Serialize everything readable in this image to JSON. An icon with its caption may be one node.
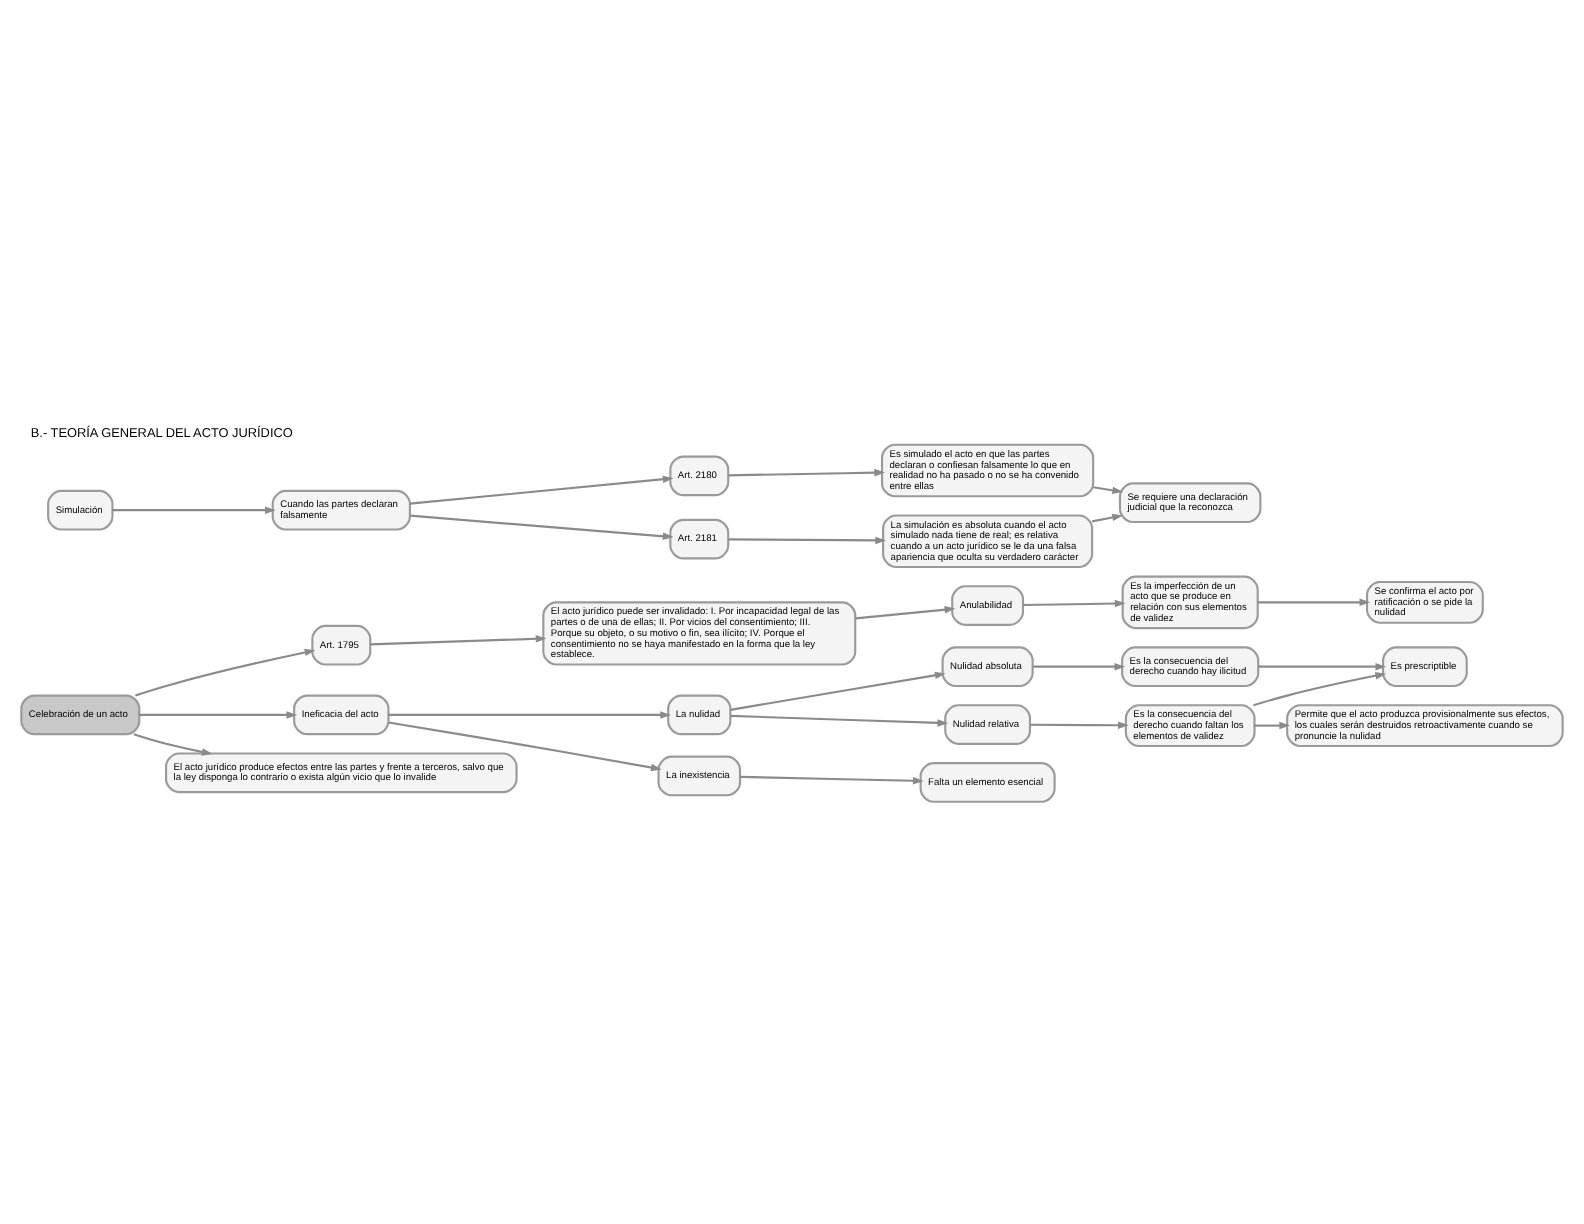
{
  "diagram": {
    "title": "B.- TEORÍA GENERAL DEL ACTO JURÍDICO",
    "nodes": [
      {
        "text": [
          "Celebración de un acto"
        ]
      },
      {
        "text": [
          "Art. 1795"
        ]
      },
      {
        "text": [
          "El acto jurídico puede ser invalidado: I. Por incapacidad legal de las partes o de una de ellas; II. Por vicios del consentimiento; III. Porque su objeto, o su motivo o fin, sea ilícito; IV. Porque el consentimiento no se haya manifestado en la forma que la ley establece."
        ]
      },
      {
        "text": [
          "Anulabilidad"
        ]
      },
      {
        "text": [
          "Es la imperfección de un acto que se produce en relación con sus elementos de validez"
        ]
      },
      {
        "text": [
          "Se confirma el acto por ratificación o se pide la nulidad"
        ]
      },
      {
        "text": [
          "Ineficacia del acto"
        ]
      },
      {
        "text": [
          "La nulidad"
        ]
      },
      {
        "text": [
          "Nulidad absoluta"
        ]
      },
      {
        "text": [
          "Es la consecuencia del derecho cuando hay ilicitud"
        ]
      },
      {
        "text": [
          "Nulidad relativa"
        ]
      },
      {
        "text": [
          "Es la consecuencia del derecho cuando faltan los elementos de validez"
        ]
      },
      {
        "text": [
          "Es prescriptible"
        ]
      },
      {
        "text": [
          "Permite que el acto produzca provisionalmente sus efectos, los cuales serán destruidos retroactivamente cuando se pronuncie la nulidad"
        ]
      },
      {
        "text": [
          "La inexistencia"
        ]
      },
      {
        "text": [
          "Falta un elemento esencial"
        ]
      },
      {
        "text": [
          "El acto jurídico produce efectos entre las partes y frente a terceros, salvo que la ley disponga lo contrario o exista algún vicio que lo invalide"
        ]
      },
      {
        "text": [
          "Simulación"
        ]
      },
      {
        "text": [
          "Cuando las partes declaran falsamente"
        ]
      },
      {
        "text": [
          "Art. 2180"
        ]
      },
      {
        "text": [
          "Art. 2181"
        ]
      },
      {
        "text": [
          "Es simulado el acto en que las partes declaran o confiesan falsamente lo que en realidad no ha pasado o no se ha convenido entre ellas"
        ]
      },
      {
        "text": [
          "La simulación es absoluta cuando el acto simulado nada tiene de real; es relativa cuando a un acto jurídico se le da una falsa apariencia que oculta su verdadero carácter"
        ]
      },
      {
        "text": [
          "Se requiere una declaración judicial que la reconozca"
        ]
      }
    ],
    "edges": [
      {
        "from": 0,
        "to": 1,
        "arrow": "to"
      },
      {
        "from": 1,
        "to": 2,
        "arrow": "to"
      },
      {
        "from": 2,
        "to": 3,
        "arrow": "to"
      },
      {
        "from": 3,
        "to": 4,
        "arrow": "to"
      },
      {
        "from": 4,
        "to": 5,
        "arrow": "to"
      },
      {
        "from": 0,
        "to": 6,
        "arrow": "to"
      },
      {
        "from": 6,
        "to": 7,
        "arrow": "to"
      },
      {
        "from": 6,
        "to": 14,
        "arrow": "to"
      },
      {
        "from": 7,
        "to": 8,
        "arrow": "to"
      },
      {
        "from": 7,
        "to": 10,
        "arrow": "to"
      },
      {
        "from": 8,
        "to": 9,
        "arrow": "to"
      },
      {
        "from": 10,
        "to": 11,
        "arrow": "to"
      },
      {
        "from": 9,
        "to": 12,
        "arrow": "to"
      },
      {
        "from": 11,
        "to": 12,
        "arrow": "to"
      },
      {
        "from": 11,
        "to": 13,
        "arrow": "to"
      },
      {
        "from": 14,
        "to": 15,
        "arrow": "to"
      },
      {
        "from": 0,
        "to": 16,
        "arrow": "to"
      },
      {
        "from": 17,
        "to": 18,
        "arrow": "to"
      },
      {
        "from": 18,
        "to": 19,
        "arrow": "to"
      },
      {
        "from": 18,
        "to": 20,
        "arrow": "to"
      },
      {
        "from": 19,
        "to": 21,
        "arrow": "to"
      },
      {
        "from": 20,
        "to": 22,
        "arrow": "to"
      },
      {
        "from": 21,
        "to": 23,
        "arrow": "to"
      },
      {
        "from": 22,
        "to": 23,
        "arrow": "to"
      }
    ]
  }
}
